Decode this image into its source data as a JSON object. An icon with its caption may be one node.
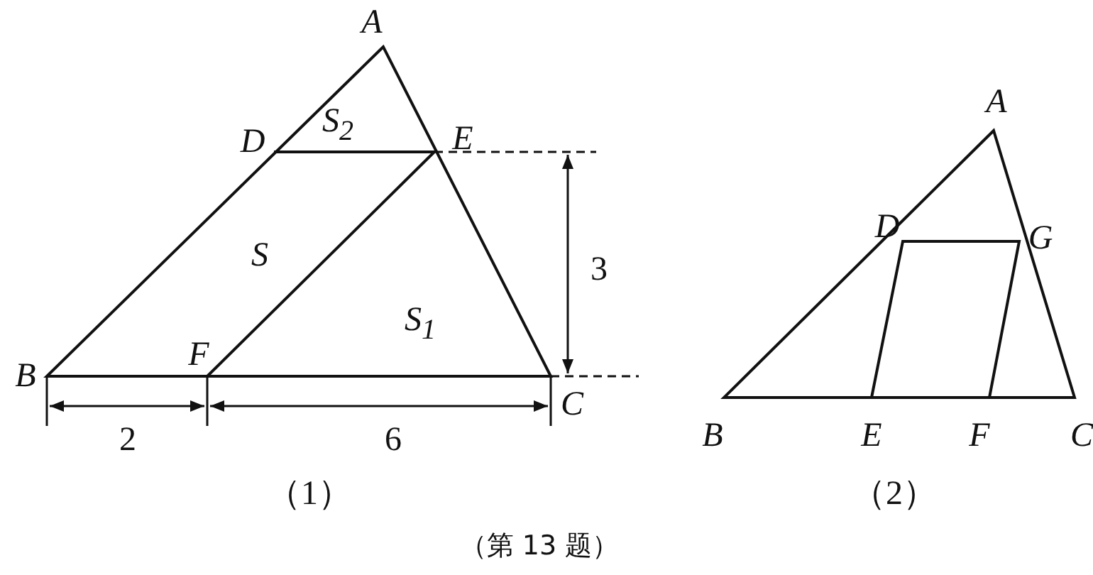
{
  "diagram": {
    "caption": "（第 13 题）",
    "labels": [
      "A",
      "D",
      "S$_{2}$",
      "E",
      "S",
      "3",
      "S$_{1}$",
      "B",
      "F",
      "C",
      "2",
      "6",
      "（1）",
      "A",
      "D",
      "G",
      "B",
      "E",
      "F",
      "C",
      "（2）"
    ]
  }
}
